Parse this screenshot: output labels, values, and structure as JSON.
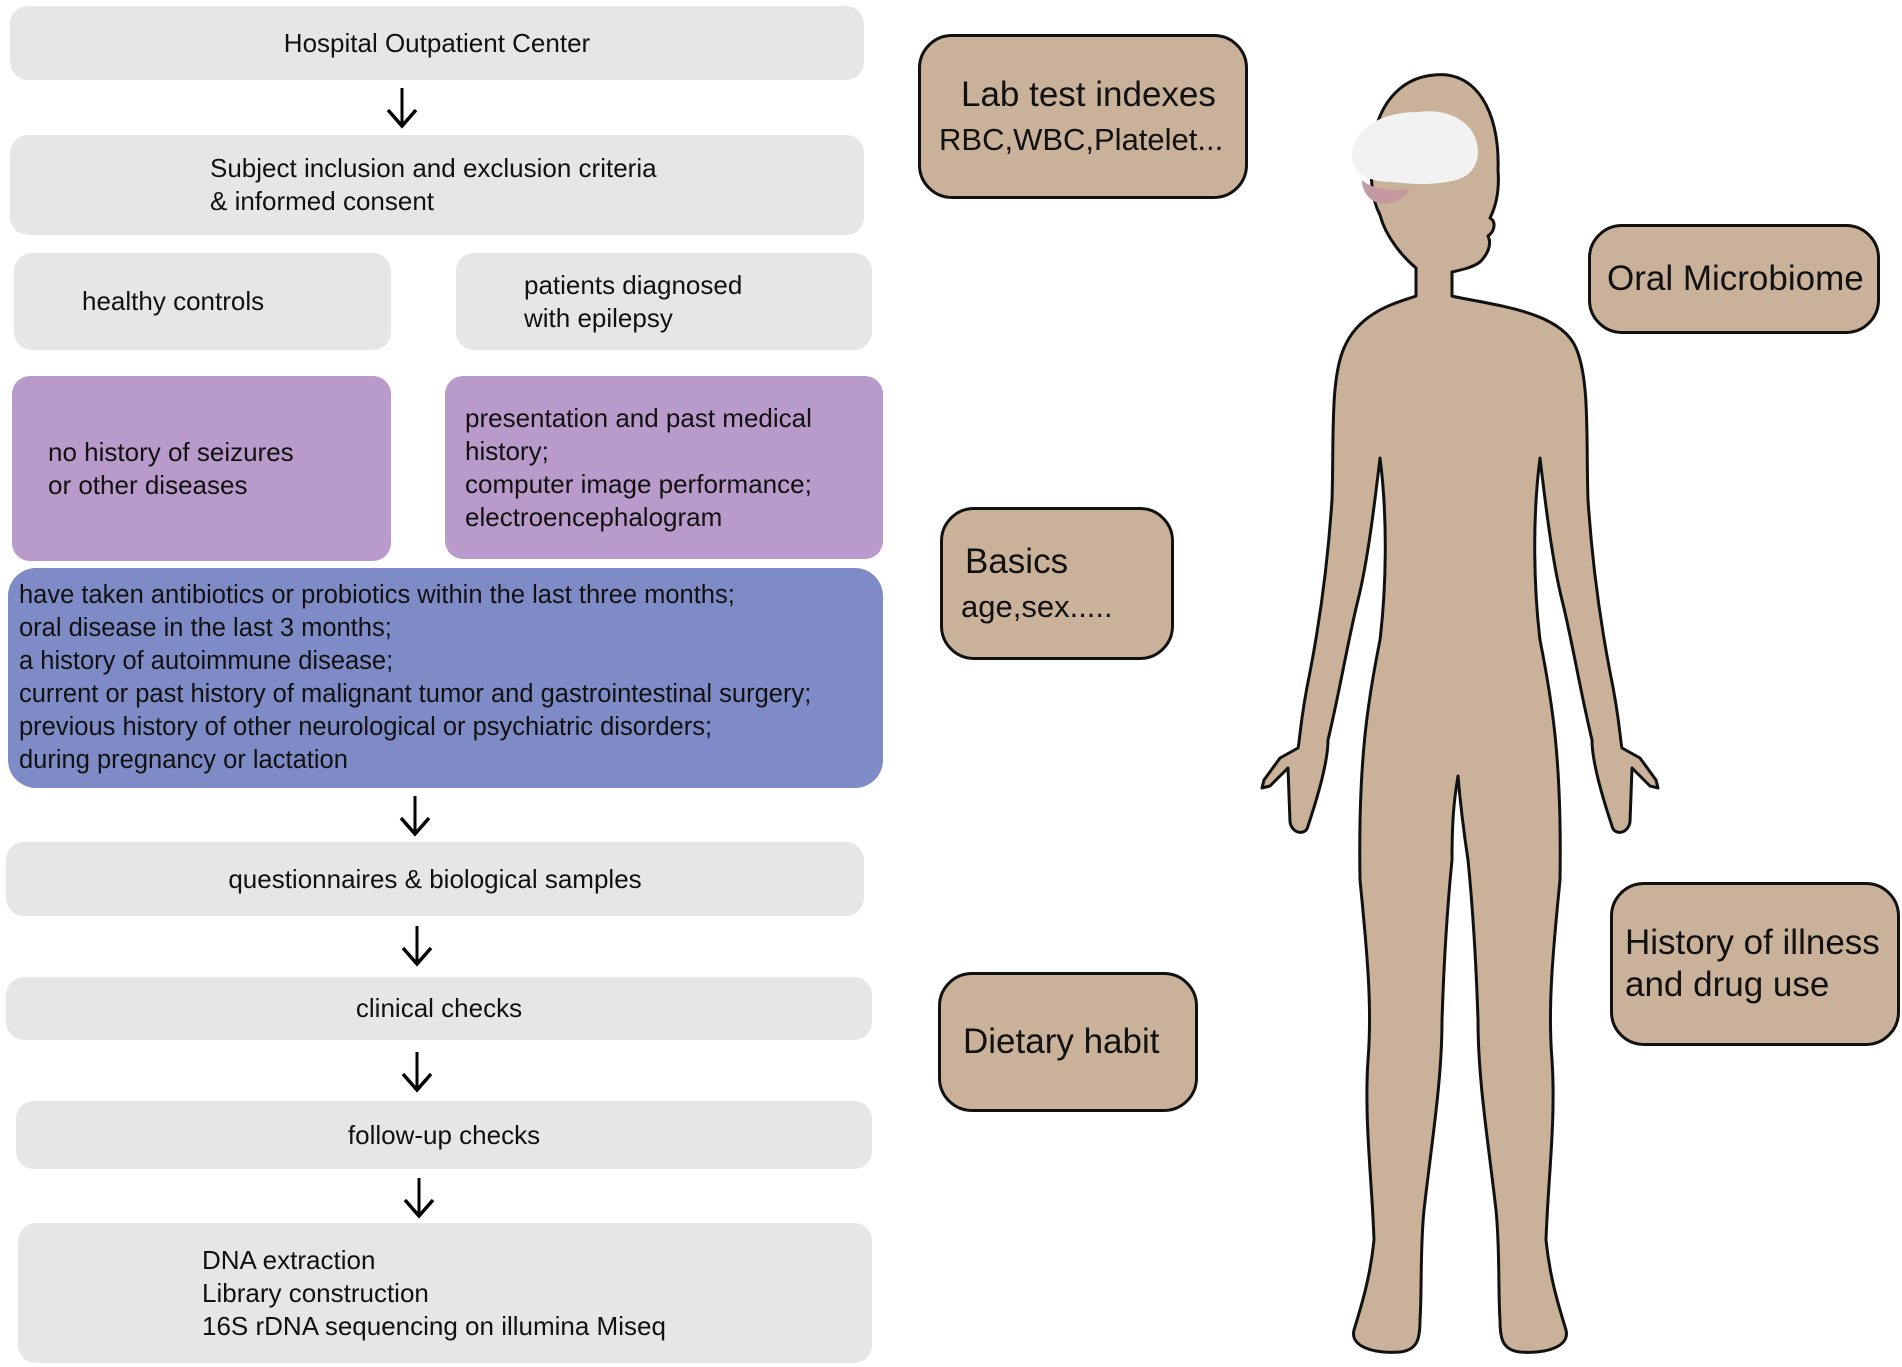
{
  "flowchart": {
    "hospital": "Hospital Outpatient Center",
    "criteria": [
      "Subject inclusion and exclusion criteria",
      "& informed consent"
    ],
    "healthy": "healthy controls",
    "patients": [
      "patients diagnosed",
      "with epilepsy"
    ],
    "healthy_detail": [
      "no history of seizures",
      "or other diseases"
    ],
    "patient_detail": [
      "presentation and past medical",
      "history;",
      "computer image performance;",
      "electroencephalogram"
    ],
    "exclusion": [
      "have taken antibiotics or probiotics within the last three months;",
      "oral disease in the last 3 months;",
      "a history of autoimmune disease;",
      "current or past history of malignant tumor and gastrointestinal surgery;",
      "previous history of other neurological or psychiatric disorders;",
      "during pregnancy or lactation"
    ],
    "questionnaires": "questionnaires & biological samples",
    "clinical": "clinical checks",
    "followup": "follow-up checks",
    "sequencing": [
      "DNA extraction",
      "Library construction",
      "16S rDNA sequencing on illumina Miseq"
    ]
  },
  "labels": {
    "lab": [
      "Lab test indexes",
      "RBC,WBC,Platelet..."
    ],
    "oral": "Oral Microbiome",
    "basics": [
      "Basics",
      "age,sex....."
    ],
    "dietary": "Dietary habit",
    "history": [
      "History of illness",
      "and drug use"
    ]
  },
  "colors": {
    "gray_box": "#e6e6e6",
    "purple_box": "#b99bcb",
    "blue_box": "#7f8bc6",
    "skin": "#c9b299",
    "brain": "#f2f2f2",
    "cerebellum": "#c49aa0"
  }
}
